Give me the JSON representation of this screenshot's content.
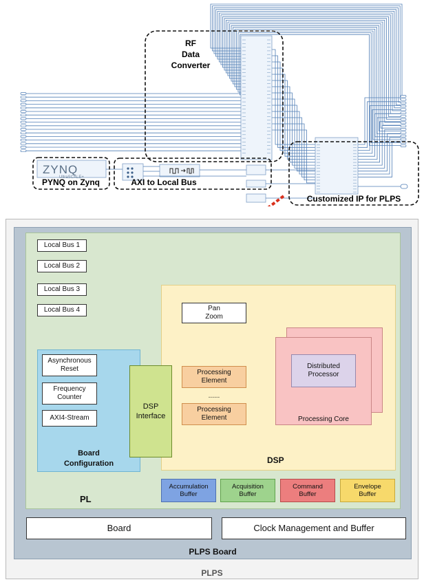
{
  "top": {
    "rf_label_lines": [
      "RF",
      "Data",
      "Converter"
    ],
    "pynq_label": "PYNQ on Zynq",
    "axi_label": "AXI to Local Bus",
    "custom_label": "Customized IP for PLPS",
    "zynq_logo": "ZYNQ",
    "zynq_sub": "UltraSCALE+"
  },
  "diagram": {
    "local_buses": [
      "Local Bus 1",
      "Local Bus 2",
      "Local Bus 3",
      "Local Bus 4"
    ],
    "pan_zoom_lines": [
      "Pan",
      "Zoom"
    ],
    "async_reset_lines": [
      "Asynchronous",
      "Reset"
    ],
    "freq_counter_lines": [
      "Frequency",
      "Counter"
    ],
    "axi_stream": "AXI4-Stream",
    "board_config_lines": [
      "Board",
      "Configuration"
    ],
    "dsp_interface_lines": [
      "DSP",
      "Interface"
    ],
    "pe_lines": [
      "Processing",
      "Element"
    ],
    "ellipsis": "......",
    "dist_proc_lines": [
      "Distributed",
      "Processor"
    ],
    "processing_core": "Processing Core",
    "dsp_label": "DSP",
    "pl_label": "PL",
    "buffers": [
      {
        "lines": [
          "Accumulation",
          "Buffer"
        ],
        "color": "#7ea3e2"
      },
      {
        "lines": [
          "Acquisition",
          "Buffer"
        ],
        "color": "#9ed38d"
      },
      {
        "lines": [
          "Command",
          "Buffer"
        ],
        "color": "#ec7e7e"
      },
      {
        "lines": [
          "Envelope",
          "Buffer"
        ],
        "color": "#f7d96b"
      }
    ],
    "board": "Board",
    "clock": "Clock Management and Buffer",
    "plps_board": "PLPS Board",
    "plps": "PLPS"
  },
  "colors": {
    "wire_blue": "#4f7db5",
    "highlight_red": "#d9301c"
  }
}
